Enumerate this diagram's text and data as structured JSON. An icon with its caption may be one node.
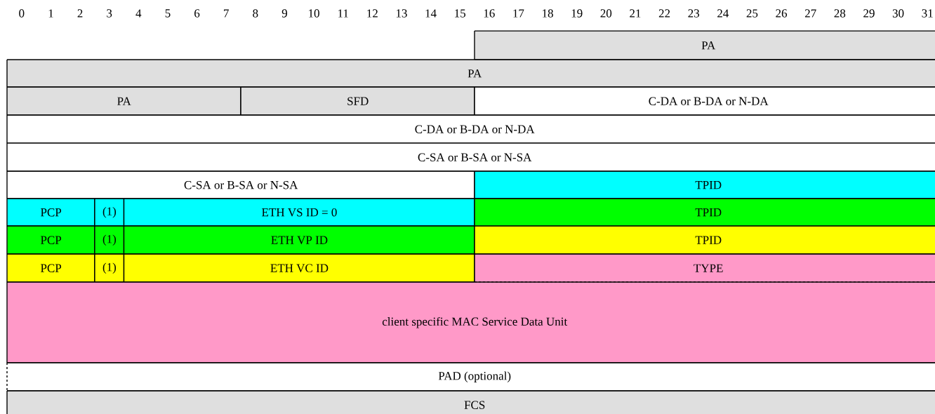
{
  "diagram": {
    "nodes": [
      {
        "text": [
          "PA"
        ]
      },
      {
        "text": [
          "PA"
        ]
      },
      {
        "text": [
          "PA"
        ]
      },
      {
        "text": [
          "SFD"
        ]
      },
      {
        "text": [
          "C-DA or B-DA or N-DA"
        ]
      },
      {
        "text": [
          "C-DA or B-DA or N-DA"
        ]
      },
      {
        "text": [
          "C-SA or B-SA or N-SA"
        ]
      },
      {
        "text": [
          "C-SA or B-SA or N-SA"
        ]
      },
      {
        "text": [
          "TPID"
        ]
      },
      {
        "text": [
          "PCP"
        ]
      },
      {
        "text": [
          "(1)"
        ]
      },
      {
        "text": [
          "ETH VS ID = 0"
        ]
      },
      {
        "text": [
          "TPID"
        ]
      },
      {
        "text": [
          "PCP"
        ]
      },
      {
        "text": [
          "(1)"
        ]
      },
      {
        "text": [
          "ETH VP ID"
        ]
      },
      {
        "text": [
          "TPID"
        ]
      },
      {
        "text": [
          "PCP"
        ]
      },
      {
        "text": [
          "(1)"
        ]
      },
      {
        "text": [
          "ETH VC ID"
        ]
      },
      {
        "text": [
          "TYPE"
        ]
      },
      {
        "text": [
          "client specific MAC Service Data Unit"
        ]
      },
      {
        "text": [
          "PAD (optional)"
        ]
      },
      {
        "text": [
          "FCS"
        ]
      }
    ],
    "labels": [
      "0",
      "1",
      "2",
      "3",
      "4",
      "5",
      "6",
      "7",
      "8",
      "9",
      "10",
      "11",
      "12",
      "13",
      "14",
      "15",
      "16",
      "17",
      "18",
      "19",
      "20",
      "21",
      "22",
      "23",
      "24",
      "25",
      "26",
      "27",
      "28",
      "29",
      "30",
      "31"
    ]
  }
}
